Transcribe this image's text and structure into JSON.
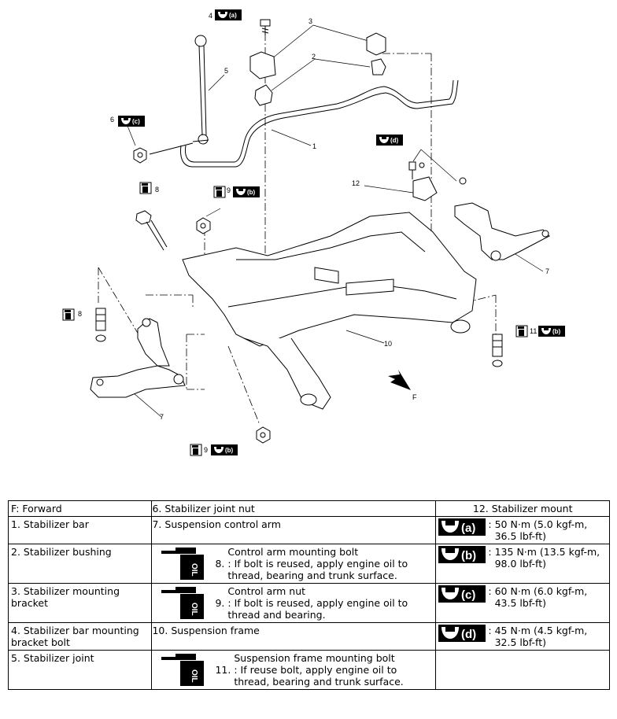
{
  "callouts": {
    "n1": "1",
    "n2": "2",
    "n3": "3",
    "n4": "4",
    "n5": "5",
    "n6": "6",
    "n7a": "7",
    "n7b": "7",
    "n8a": "8",
    "n8b": "8",
    "n9a": "9",
    "n9b": "9",
    "n10": "10",
    "n11": "11",
    "n12": "12",
    "nF": "F",
    "sym_a": "(a)",
    "sym_b": "(b)",
    "sym_c": "(c)",
    "sym_d": "(d)"
  },
  "legend": {
    "rows": [
      {
        "left": "F: Forward",
        "mid_num": "6.",
        "mid_text": "Stabilizer joint nut",
        "right": "12. Stabilizer mount"
      },
      {
        "left": "1. Stabilizer bar",
        "mid_num": "7.",
        "mid_text": "Suspension control arm",
        "torque_sym": "(a)",
        "torque_text": "50 N·m (5.0 kgf-m, 36.5 lbf-ft)"
      },
      {
        "left": "2. Stabilizer bushing",
        "mid_num": "8.",
        "mid_title": "Control arm mounting bolt",
        "mid_note": ": If bolt is reused, apply engine oil to thread, bearing and trunk surface.",
        "torque_sym": "(b)",
        "torque_text": "135 N·m (13.5 kgf-m, 98.0 lbf-ft)"
      },
      {
        "left": "3. Stabilizer mounting bracket",
        "mid_num": "9.",
        "mid_title": "Control arm nut",
        "mid_note": ": If bolt is reused, apply engine oil to thread and bearing.",
        "torque_sym": "(c)",
        "torque_text": "60 N·m (6.0 kgf-m, 43.5 lbf-ft)"
      },
      {
        "left": "4. Stabilizer bar mounting bracket bolt",
        "mid_num": "10.",
        "mid_text": "Suspension frame",
        "torque_sym": "(d)",
        "torque_text": "45 N·m (4.5 kgf-m, 32.5 lbf-ft)"
      },
      {
        "left": "5. Stabilizer joint",
        "mid_num": "11.",
        "mid_title": "Suspension frame mounting bolt",
        "mid_note": ": If reuse bolt, apply engine oil to thread, bearing and trunk surface."
      }
    ],
    "oil_label": "OIL"
  }
}
